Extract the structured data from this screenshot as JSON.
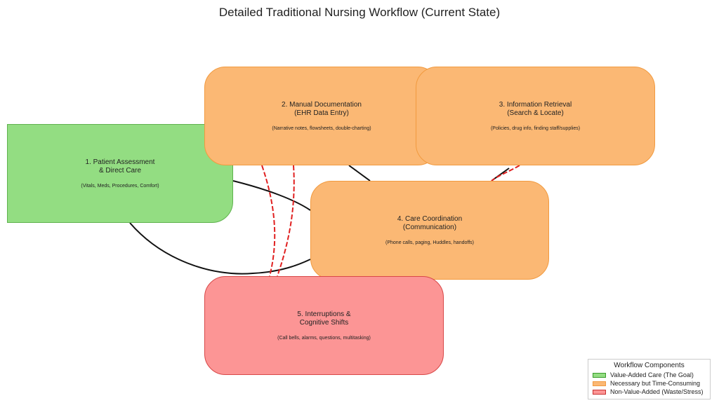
{
  "title": "Detailed Traditional Nursing Workflow (Current State)",
  "nodes": [
    {
      "title": "1. Patient Assessment\n& Direct Care",
      "subtitle": "(Vitals, Meds, Procedures, Comfort)",
      "category": "value-added"
    },
    {
      "title": "2. Manual Documentation\n(EHR Data Entry)",
      "subtitle": "(Narrative notes, flowsheets, double-charting)",
      "category": "necessary"
    },
    {
      "title": "3. Information Retrieval\n(Search & Locate)",
      "subtitle": "(Policies, drug info, finding staff/supplies)",
      "category": "necessary"
    },
    {
      "title": "4. Care Coordination\n(Communication)",
      "subtitle": "(Phone calls, paging, Huddles, handoffs)",
      "category": "necessary"
    },
    {
      "title": "5. Interruptions &\nCognitive Shifts",
      "subtitle": "(Call bells, alarms, questions, multitasking)",
      "category": "non-value-added"
    }
  ],
  "legend": {
    "title": "Workflow Components",
    "items": [
      {
        "label": "Value-Added Care (The Goal)",
        "color": "#93dd82"
      },
      {
        "label": "Necessary but Time-Consuming",
        "color": "#fbb874"
      },
      {
        "label": "Non-Value-Added (Waste/Stress)",
        "color": "#fc9595"
      }
    ]
  },
  "colors": {
    "flow": "#111111",
    "interruption": "#e02020"
  }
}
